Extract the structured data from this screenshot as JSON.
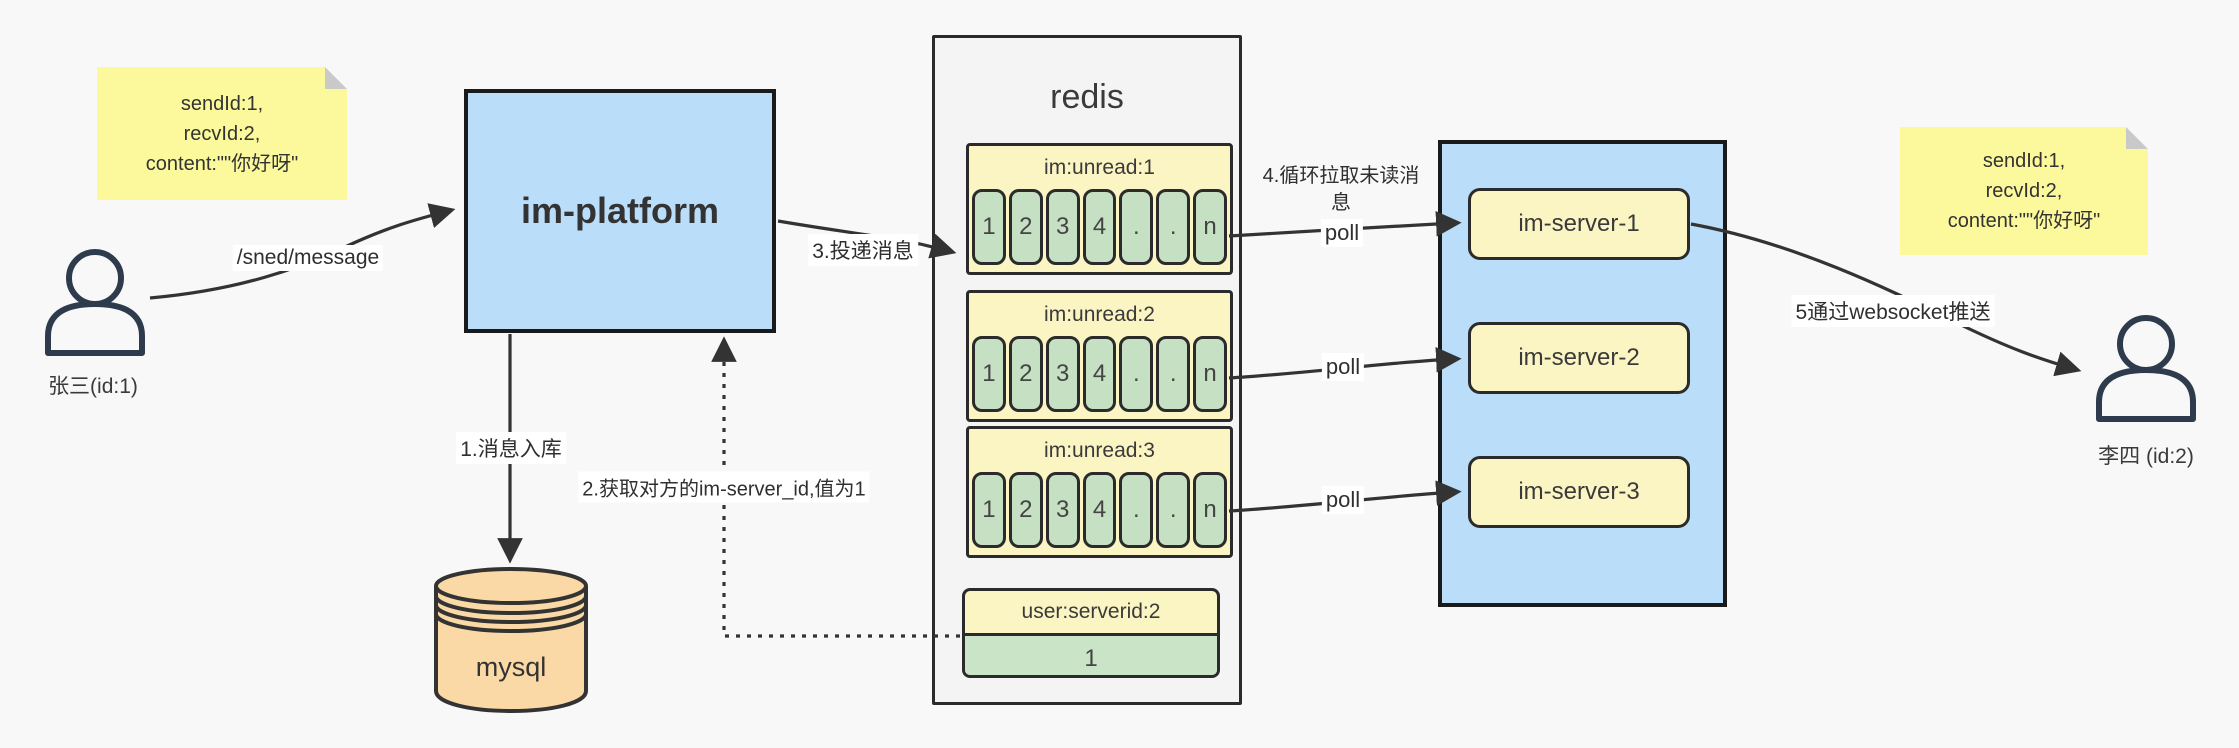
{
  "page": {
    "bg": "#f8f8f8"
  },
  "colors": {
    "platform_blue": "#badef9",
    "note_yellow": "#fbf99c",
    "queue_yellow": "#fbf5c3",
    "cell_green": "#c5e0c3",
    "mysql_orange": "#fad9a6",
    "container_gray": "#f4f4f4",
    "arrow_dark": "#333333"
  },
  "sender": {
    "name": "张三(id:1)",
    "note_lines": [
      "sendId:1,",
      "recvId:2,",
      "content:\"\"你好呀\""
    ]
  },
  "receiver": {
    "name": "李四 (id:2)",
    "note_lines": [
      "sendId:1,",
      "recvId:2,",
      "content:\"\"你好呀\""
    ]
  },
  "platform": {
    "title": "im-platform"
  },
  "database": {
    "title": "mysql"
  },
  "redis": {
    "title": "redis",
    "queues": [
      {
        "header": "im:unread:1",
        "cells": [
          "1",
          "2",
          "3",
          "4",
          ".",
          ".",
          "n"
        ]
      },
      {
        "header": "im:unread:2",
        "cells": [
          "1",
          "2",
          "3",
          "4",
          ".",
          ".",
          "n"
        ]
      },
      {
        "header": "im:unread:3",
        "cells": [
          "1",
          "2",
          "3",
          "4",
          ".",
          ".",
          "n"
        ]
      }
    ],
    "kv": {
      "header": "user:serverid:2",
      "value": "1"
    }
  },
  "servers": [
    {
      "label": "im-server-1"
    },
    {
      "label": "im-server-2"
    },
    {
      "label": "im-server-3"
    }
  ],
  "edges": {
    "send": "/sned/message",
    "store": "1.消息入库",
    "get_server_id": "2.获取对方的im-server_id,值为1",
    "deliver": "3.投递消息",
    "pull": "4.循环拉取未读消息",
    "poll": "poll",
    "push": "5通过websocket推送"
  }
}
